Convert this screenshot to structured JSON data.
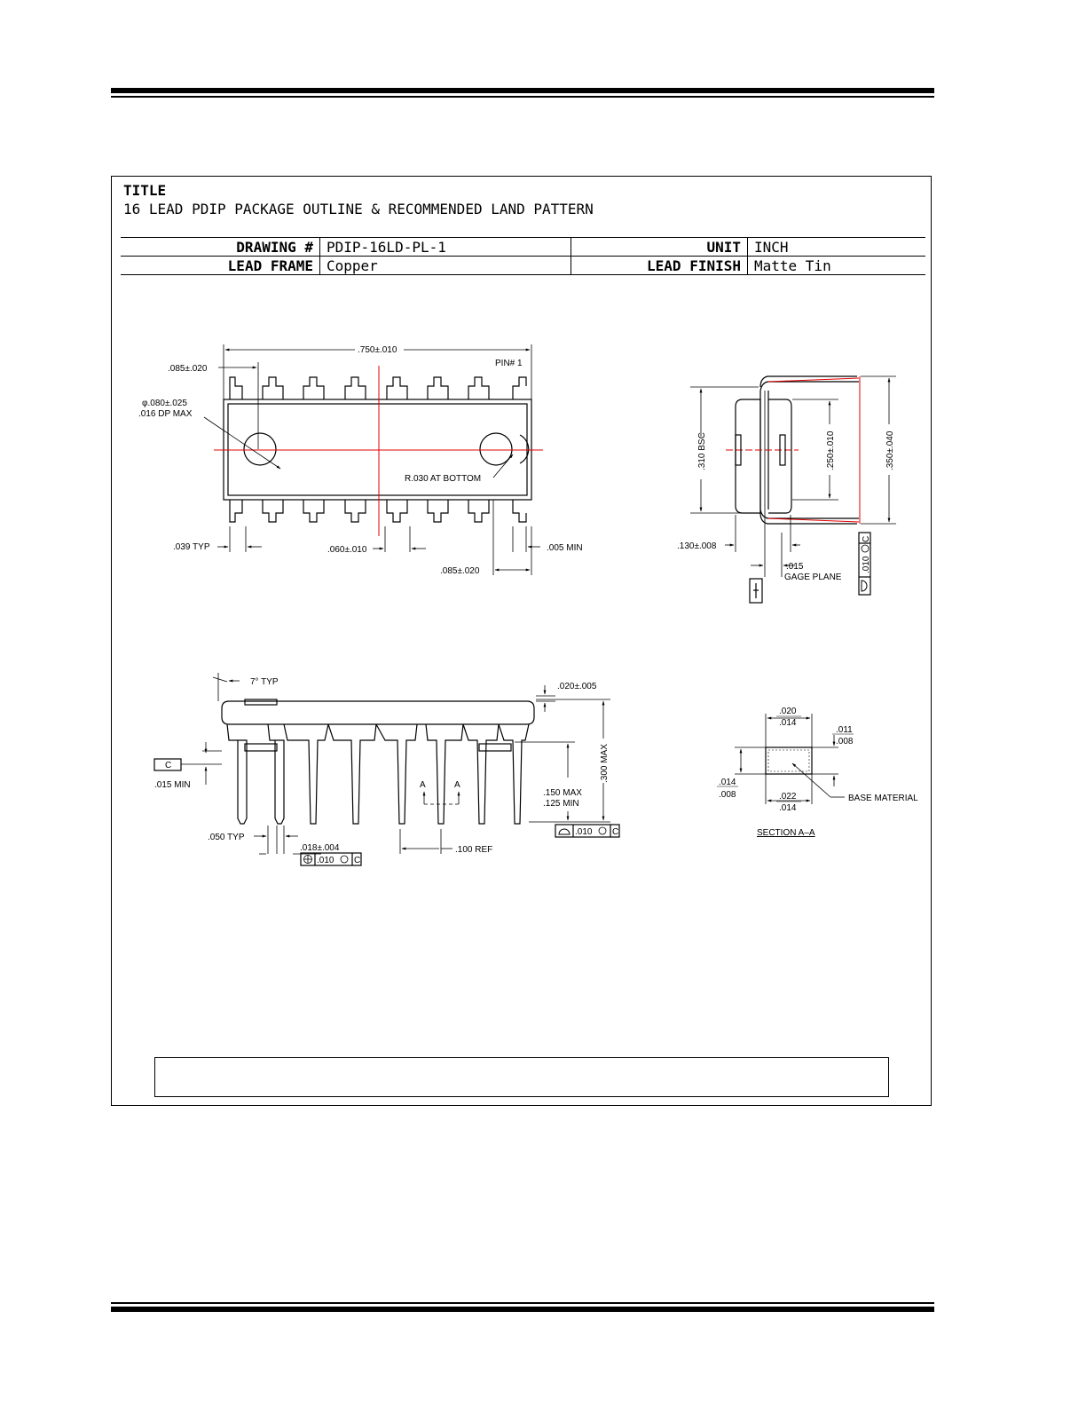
{
  "title": {
    "label": "TITLE",
    "text": "16 LEAD PDIP PACKAGE OUTLINE & RECOMMENDED LAND PATTERN"
  },
  "info": {
    "drawing_label": "DRAWING #",
    "drawing_value": "PDIP-16LD-PL-1",
    "unit_label": "UNIT",
    "unit_value": "INCH",
    "lead_frame_label": "LEAD FRAME",
    "lead_frame_value": "Copper",
    "lead_finish_label": "LEAD FINISH",
    "lead_finish_value": "Matte Tin"
  },
  "top_view": {
    "dim_length": ".750±.010",
    "dim_pin1_offset": ".085±.020",
    "pin1_label": "PIN# 1",
    "ejector_dia": "φ.080±.025",
    "ejector_depth": ".016 DP MAX",
    "radius_note": "R.030 AT BOTTOM",
    "lead_width_typ": ".039 TYP",
    "lead_gap": ".060±.010",
    "end_clear": ".005 MIN",
    "end_offset": ".085±.020"
  },
  "end_view": {
    "row_spacing": ".310 BSC",
    "body_width": ".250±.010",
    "lead_span": ".350±.040",
    "gauge_dim": ".130±.008",
    "gauge_thickness": ".015",
    "gauge_plane": "GAGE PLANE",
    "fcf_value": ".010",
    "fcf_datum": "C"
  },
  "side_view": {
    "draft_angle": "7° TYP",
    "top_dim": ".020±.005",
    "height_max": ".300 MAX",
    "datum_c": "C",
    "standoff": ".015 MIN",
    "section_mark": "A",
    "tip_max": ".150 MAX",
    "tip_min": ".125 MIN",
    "fcf_value": ".010",
    "fcf_datum": "C",
    "shoulder_typ": ".050 TYP",
    "lead_dim": ".018±.004",
    "pitch_ref": ".100 REF",
    "pos_fcf_value": ".010"
  },
  "section": {
    "top_max": ".020",
    "top_min": ".014",
    "right_max": ".011",
    "right_min": ".008",
    "left_max": ".014",
    "left_min": ".008",
    "bottom_max": ".022",
    "bottom_min": ".014",
    "base_material": "BASE MATERIAL",
    "caption": "SECTION A–A"
  },
  "colors": {
    "centerline": "#e00000"
  }
}
